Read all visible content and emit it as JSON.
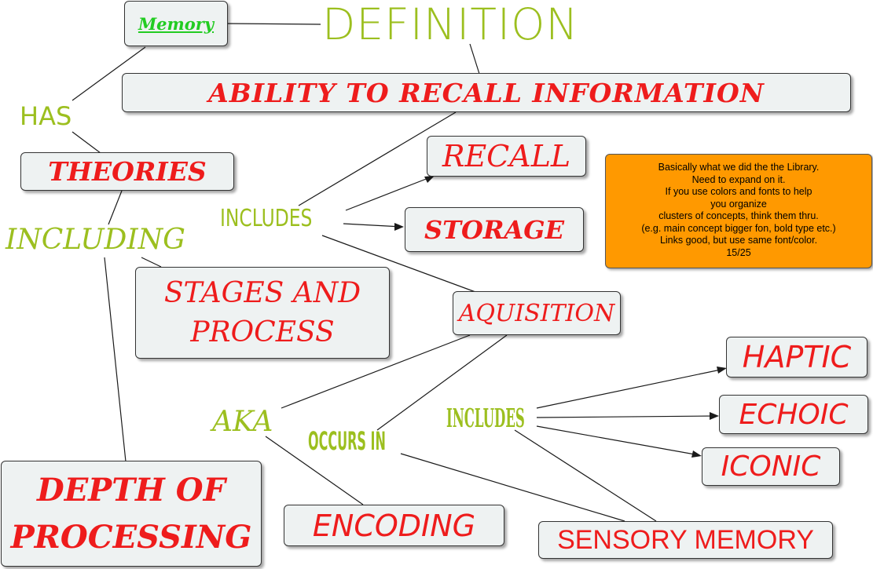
{
  "nodes": {
    "memory": "Memory",
    "ability": "ABILITY TO RECALL INFORMATION",
    "theories": "THEORIES",
    "recall": "RECALL",
    "storage": "STORAGE",
    "stages_line1": "STAGES AND",
    "stages_line2": "PROCESS",
    "aquisition": "AQUISITION",
    "haptic": "HAPTIC",
    "echoic": "ECHOIC",
    "iconic": "ICONIC",
    "depth_line1": "DEPTH OF",
    "depth_line2": "PROCESSING",
    "encoding": "ENCODING",
    "sensory_memory": "SENSORY MEMORY"
  },
  "linking_phrases": {
    "definition": "DEFINITION",
    "has": "HAS",
    "including": "INCLUDING",
    "includes_1": "INCLUDES",
    "includes_2": "INCLUDES",
    "aka": "AKA",
    "occurs_in": "OCCURS IN"
  },
  "note": {
    "lines": [
      "Basically what we did the the Library.",
      "Need to expand on it.",
      "If you use colors and fonts to help",
      "you organize",
      "clusters of concepts, think them thru.",
      "(e.g. main concept bigger fon, bold type etc.)",
      "Links good, but use same font/color.",
      "15/25"
    ]
  },
  "colors": {
    "concept_text": "#ee1c1c",
    "memory_text": "#22cc22",
    "link_text": "#9cbf1f",
    "node_fill": "#eef2f2",
    "note_fill": "#ff9900"
  }
}
